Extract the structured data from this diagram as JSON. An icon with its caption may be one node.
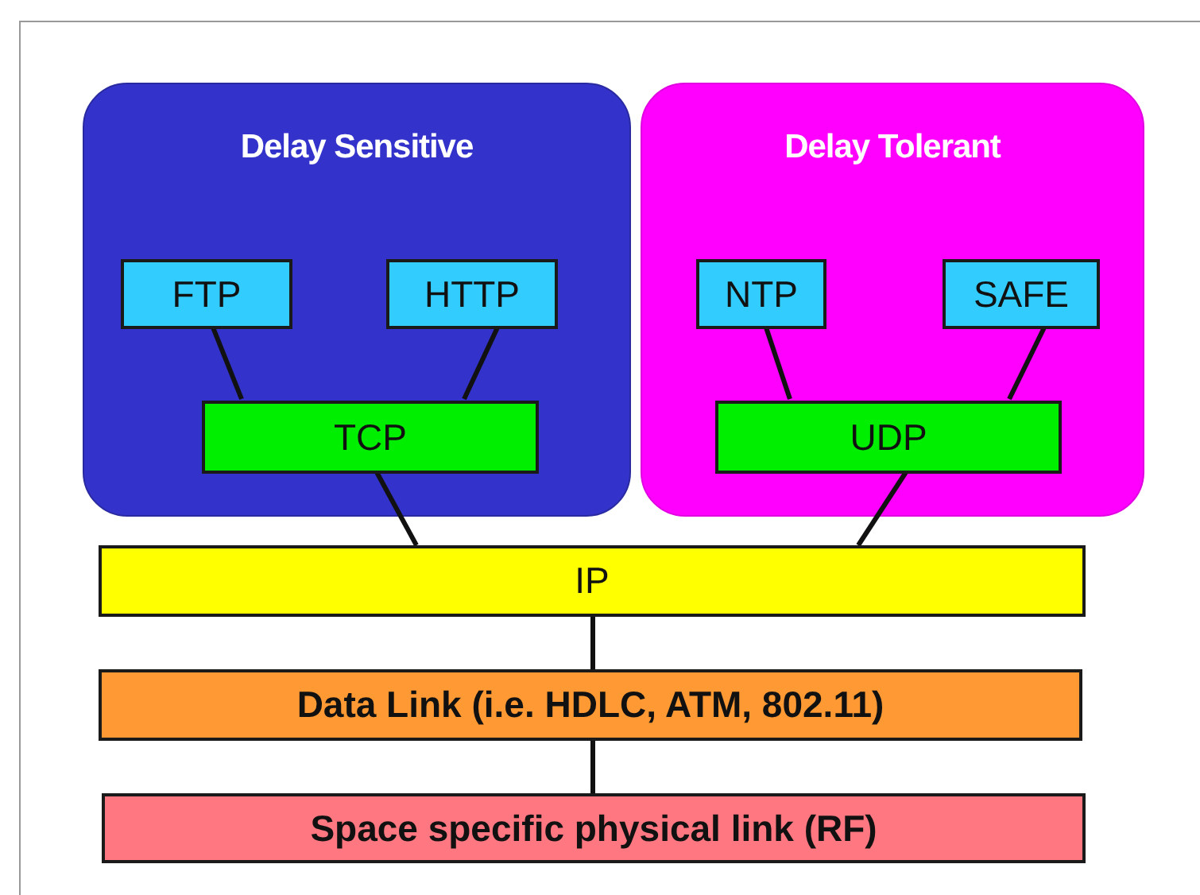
{
  "diagram": {
    "nodes": [
      {
        "text": [
          "Delay Sensitive"
        ]
      },
      {
        "text": [
          "FTP"
        ],
        "in": 0
      },
      {
        "text": [
          "HTTP"
        ],
        "in": 0
      },
      {
        "text": [
          "TCP"
        ],
        "in": 0
      },
      {
        "text": [
          "Delay Tolerant"
        ]
      },
      {
        "text": [
          "NTP"
        ],
        "in": 4
      },
      {
        "text": [
          "SAFE"
        ],
        "in": 4
      },
      {
        "text": [
          "UDP"
        ],
        "in": 4
      },
      {
        "text": [
          "IP"
        ]
      },
      {
        "text": [
          "Data Link (i.e. HDLC, ATM, 802.11)"
        ]
      },
      {
        "text": [
          "Space specific physical link (RF)"
        ]
      }
    ],
    "edges": [
      {
        "from": 1,
        "to": 3,
        "arrow": "none"
      },
      {
        "from": 2,
        "to": 3,
        "arrow": "none"
      },
      {
        "from": 5,
        "to": 7,
        "arrow": "none"
      },
      {
        "from": 6,
        "to": 7,
        "arrow": "none"
      },
      {
        "from": 3,
        "to": 8,
        "arrow": "none"
      },
      {
        "from": 7,
        "to": 8,
        "arrow": "none"
      },
      {
        "from": 8,
        "to": 9,
        "arrow": "none"
      },
      {
        "from": 9,
        "to": 10,
        "arrow": "none"
      }
    ]
  }
}
